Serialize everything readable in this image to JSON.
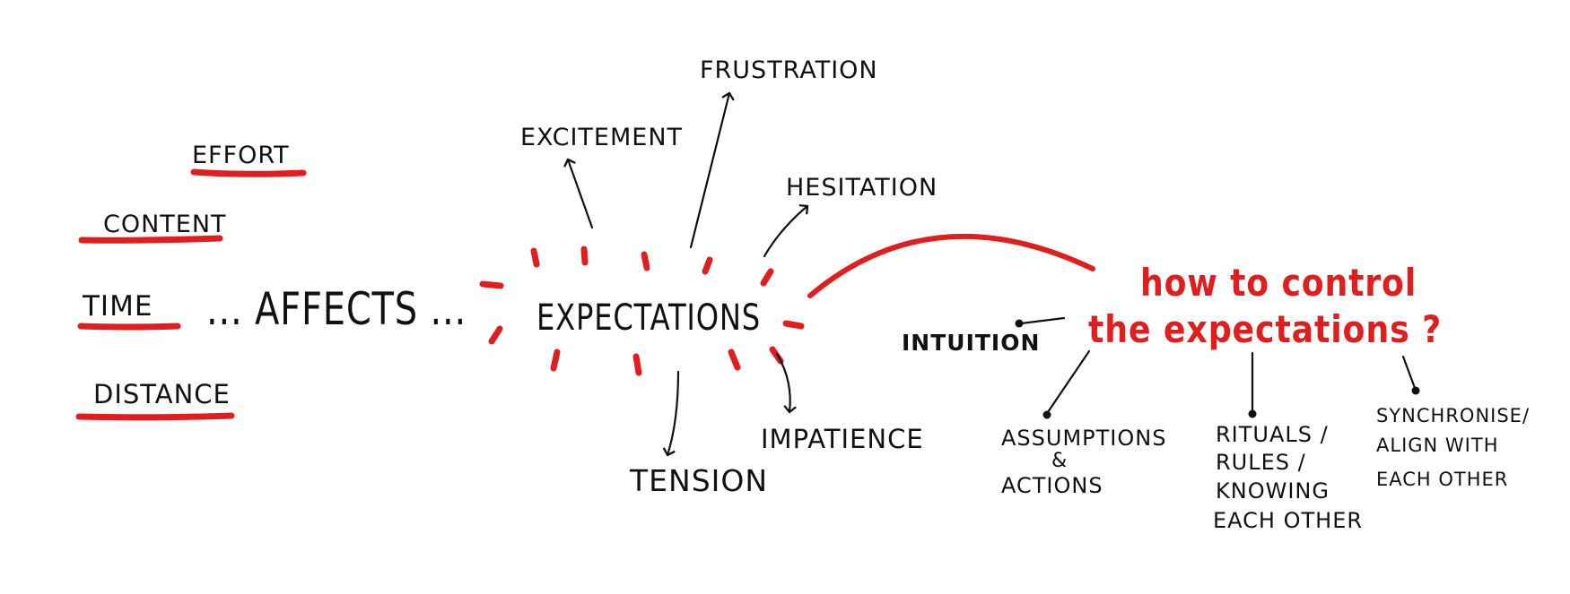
{
  "colors": {
    "ink": "#111111",
    "accent": "#e01e1e"
  },
  "factors": {
    "effort": "EFFORT",
    "content": "CONTENT",
    "time": "TIME",
    "distance": "DISTANCE"
  },
  "affects": "... AFFECTS ...",
  "center": "EXPECTATIONS",
  "outcomes": {
    "excitement": "EXCITEMENT",
    "frustration": "FRUSTRATION",
    "hesitation": "HESITATION",
    "tension": "TENSION",
    "impatience": "IMPATIENCE"
  },
  "question": {
    "line1": "how to control",
    "line2": "the expectations ?"
  },
  "answers": {
    "intuition": "INTUITION",
    "assumptions": {
      "line1": "ASSUMPTIONS",
      "line2": "&",
      "line3": "ACTIONS"
    },
    "rituals": {
      "line1": "RITUALS /",
      "line2": "RULES /",
      "line3": "KNOWING",
      "line4": "EACH OTHER"
    },
    "synchronise": {
      "line1": "SYNCHRONISE/",
      "line2": "ALIGN WITH",
      "line3": "EACH OTHER"
    }
  }
}
